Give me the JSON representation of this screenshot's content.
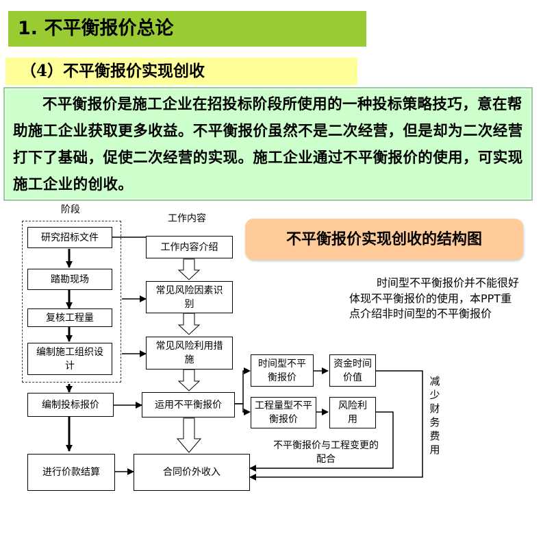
{
  "header": {
    "title": "1. 不平衡报价总论",
    "subtitle": "（4）不平衡报价实现创收"
  },
  "intro_paragraph": "不平衡报价是施工企业在招投标阶段所使用的一种投标策略技巧，意在帮助施工企业获取更多收益。不平衡报价虽然不是二次经营，但是却为二次经营打下了基础，促使二次经营的实现。施工企业通过不平衡报价的使用，可实现施工企业的创收。",
  "diagram": {
    "structure_title": "不平衡报价实现创收的结构图",
    "stage_label": "阶段",
    "work_label": "工作内容",
    "stages": {
      "s1": "研究招标文件",
      "s2": "踏勘现场",
      "s3": "复核工程量",
      "s4": "编制施工组织设计",
      "s5": "编制投标报价",
      "s6": "进行价款结算"
    },
    "work": {
      "w1": "工作内容介绍",
      "w2": "常见风险因素识别",
      "w3": "常见风险利用措施",
      "w4": "运用不平衡报价",
      "w5": "合同价外收入"
    },
    "types": {
      "t1": "时间型不平衡报价",
      "t2": "工程量型不平衡报价"
    },
    "effects": {
      "e1": "资金时间价值",
      "e2": "风险利用"
    },
    "note": "时间型不平衡报价并不能很好体现不平衡报价的使用，本PPT重点介绍非时间型的不平衡报价",
    "side_label": "减少财务费用",
    "coordination_label": "不平衡报价与工程变更的配合"
  }
}
